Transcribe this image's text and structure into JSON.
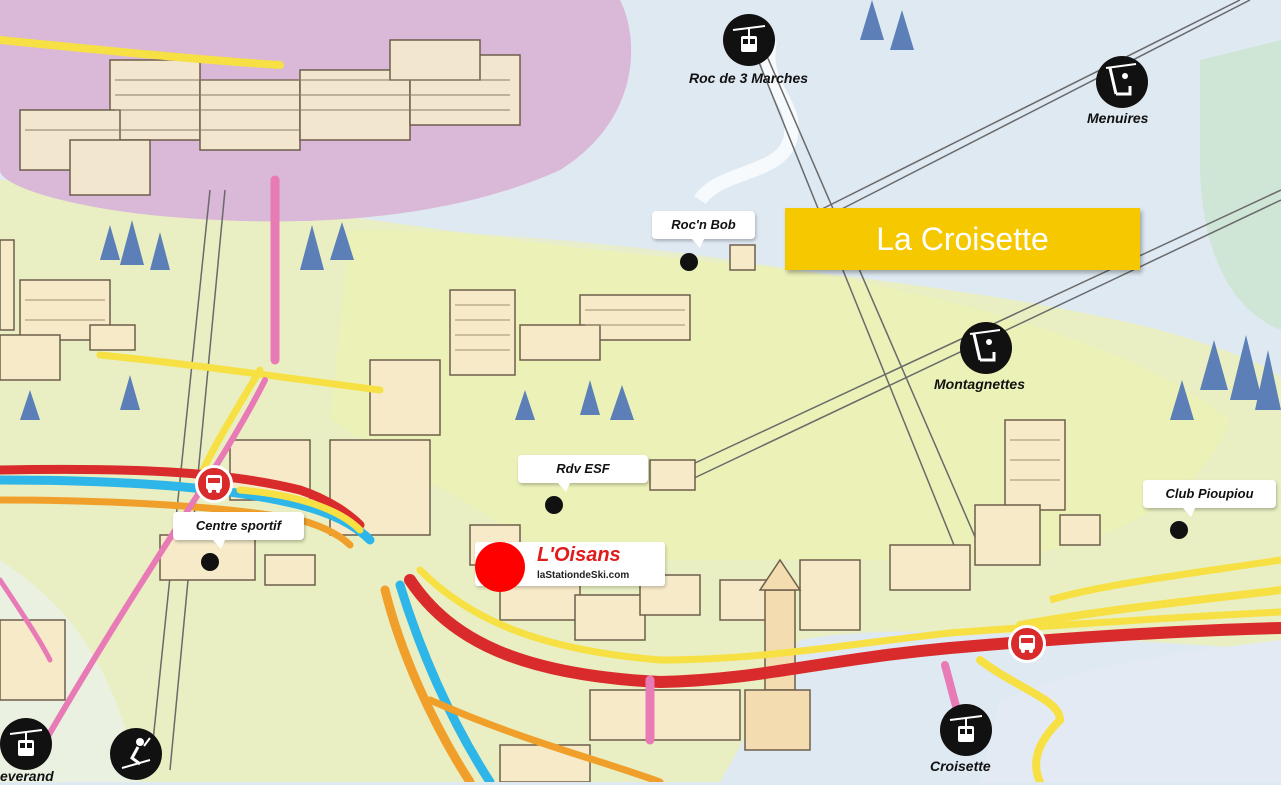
{
  "map": {
    "title": "La Croisette",
    "colors": {
      "sky": "#dfe9f2",
      "valley": "#eaf0c6",
      "resort_zone": "#d9b8d8",
      "route_red": "#d92b2b",
      "route_yellow": "#f7e043",
      "route_blue": "#2eb6e8",
      "route_orange": "#f0a02a",
      "route_pink": "#e87ab5",
      "banner": "#f5c800",
      "highlight": "#ff0000"
    },
    "lift_labels": [
      {
        "label": "Roc de 3 Marches",
        "icon": "gondola-icon"
      },
      {
        "label": "Menuires",
        "icon": "chairlift-icon"
      },
      {
        "label": "Montagnettes",
        "icon": "chairlift-icon"
      },
      {
        "label": "Croisette",
        "icon": "gondola-icon"
      },
      {
        "label": "everand",
        "icon": "gondola-icon"
      },
      {
        "label": "",
        "icon": "skier-icon"
      }
    ],
    "points": [
      {
        "label": "Roc'n Bob"
      },
      {
        "label": "Rdv ESF"
      },
      {
        "label": "Centre sportif"
      },
      {
        "label": "Club Pioupiou"
      }
    ],
    "bus_stops": [
      {
        "icon": "bus-icon"
      },
      {
        "icon": "bus-icon"
      }
    ],
    "featured": {
      "name": "L'Oisans",
      "source": "laStationdeSki.com"
    }
  }
}
